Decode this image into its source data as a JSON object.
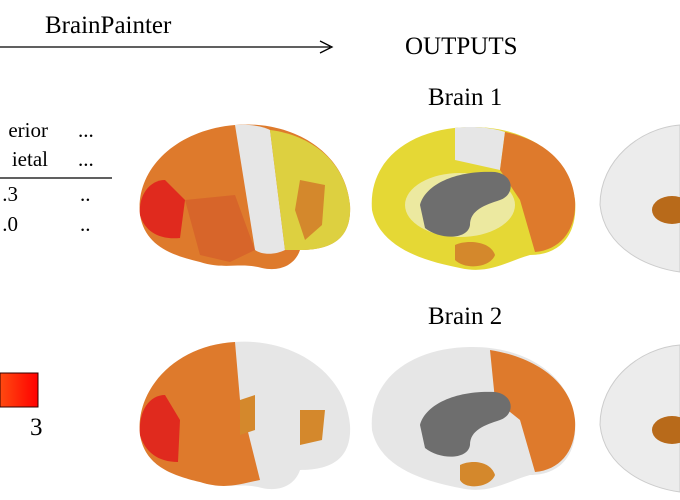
{
  "pipeline": {
    "tool_label": "BrainPainter",
    "outputs_label": "OUTPUTS"
  },
  "input_table": {
    "header": [
      [
        "erior",
        "..."
      ],
      [
        "ietal",
        "..."
      ]
    ],
    "rows": [
      [
        ".3",
        ".."
      ],
      [
        ".0",
        ".."
      ]
    ]
  },
  "colorbar": {
    "max_label": "3",
    "color": "#ff1a00"
  },
  "brains": [
    {
      "label": "Brain 1"
    },
    {
      "label": "Brain 2"
    }
  ],
  "colors": {
    "red": "#e8281c",
    "orange": "#e07a2a",
    "dark_orange": "#d8662a",
    "yellow": "#e6d73a",
    "pale_yellow": "#ece9a0",
    "white_matter": "#e6e6e6",
    "medial_gray": "#6e6e6e",
    "glass": "#ececec"
  }
}
